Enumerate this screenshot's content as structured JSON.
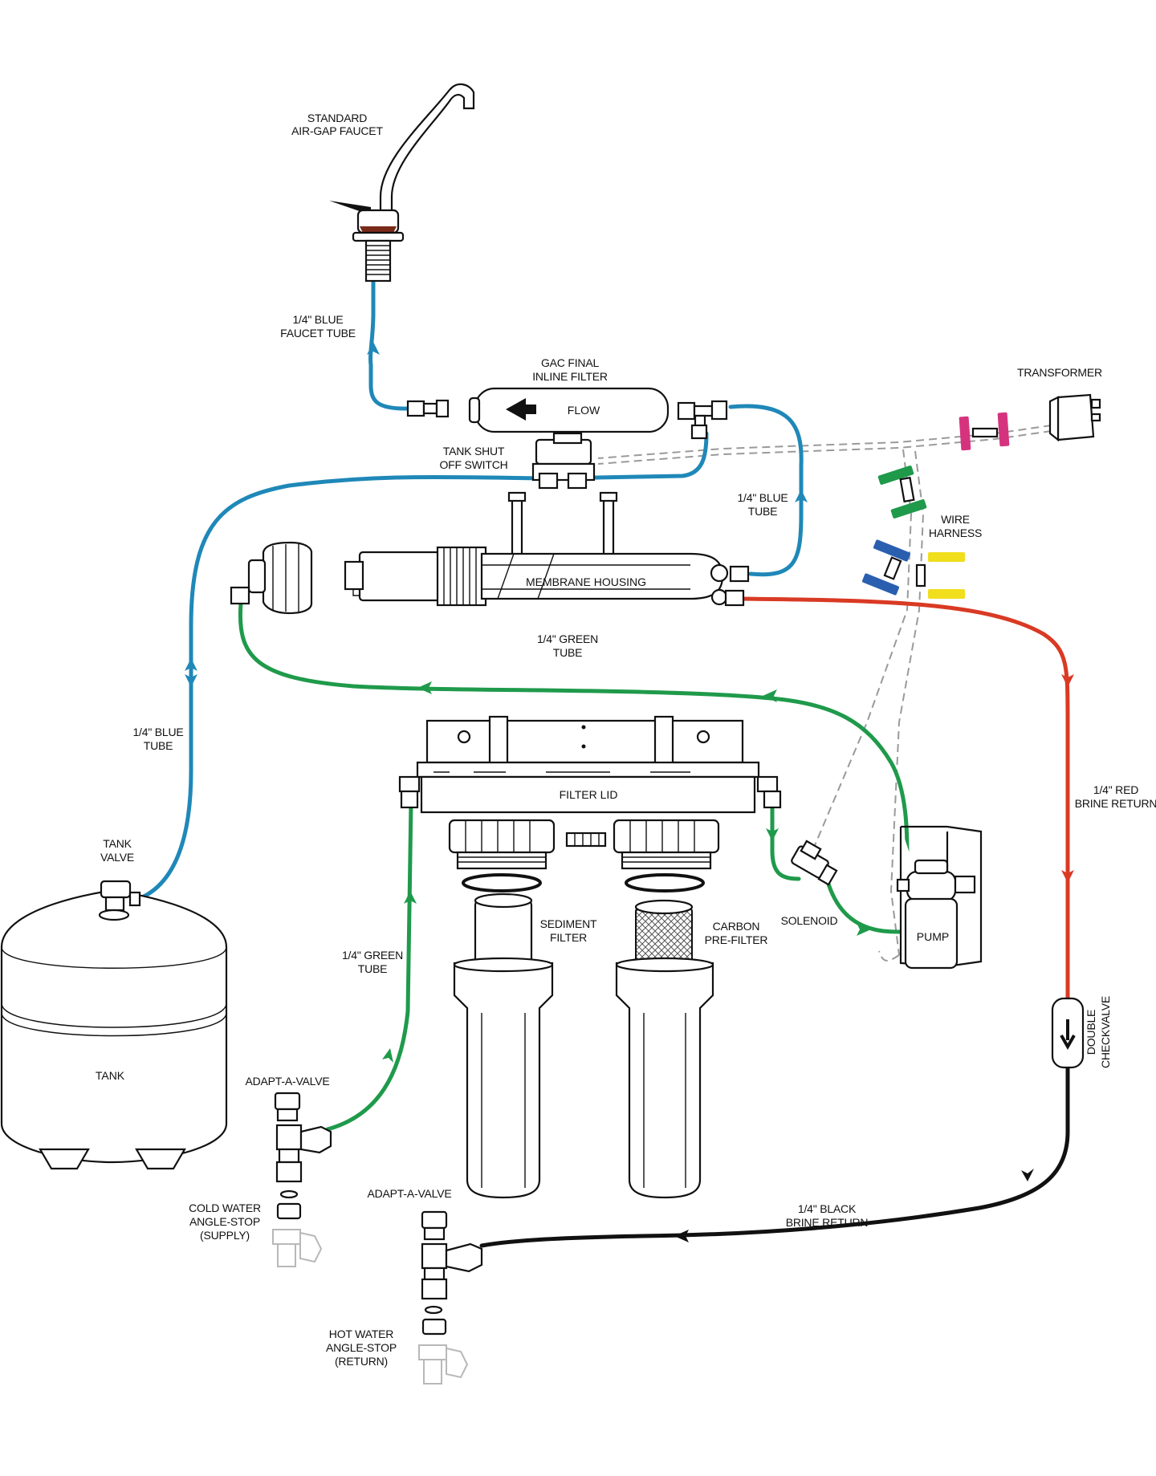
{
  "colors": {
    "blue_tube": "#1f88b8",
    "green_tube": "#1f9a4b",
    "red_tube": "#d93a24",
    "black_tube": "#111111",
    "wire": "#9a9a9a",
    "magenta_connector": "#d6337e",
    "green_connector": "#1f9a4b",
    "blue_connector": "#2a5fb0",
    "yellow_connector": "#f1de1c",
    "outline": "#111111"
  },
  "labels": {
    "faucet": [
      "STANDARD",
      "AIR-GAP FAUCET"
    ],
    "faucet_tube": [
      "1/4\" BLUE",
      "FAUCET TUBE"
    ],
    "gac_filter": [
      "GAC FINAL",
      "INLINE FILTER"
    ],
    "flow": "FLOW",
    "transformer": "TRANSFORMER",
    "tank_shutoff": [
      "TANK SHUT",
      "OFF SWITCH"
    ],
    "blue_tube_right": [
      "1/4\" BLUE",
      "TUBE"
    ],
    "wire_harness": [
      "WIRE",
      "HARNESS"
    ],
    "membrane_housing": "MEMBRANE HOUSING",
    "green_tube_top": [
      "1/4\" GREEN",
      "TUBE"
    ],
    "blue_tube_left": [
      "1/4\" BLUE",
      "TUBE"
    ],
    "filter_lid": "FILTER LID",
    "red_brine": [
      "1/4\" RED",
      "BRINE RETURN"
    ],
    "tank_valve": [
      "TANK",
      "VALVE"
    ],
    "sediment_filter": [
      "SEDIMENT",
      "FILTER"
    ],
    "carbon_prefilter": [
      "CARBON",
      "PRE-FILTER"
    ],
    "solenoid": "SOLENOID",
    "pump": "PUMP",
    "green_tube_left": [
      "1/4\" GREEN",
      "TUBE"
    ],
    "double_checkvalve": [
      "DOUBLE",
      "CHECKVALVE"
    ],
    "tank": "TANK",
    "adapt_valve_1": "ADAPT-A-VALVE",
    "cold_water": [
      "COLD WATER",
      "ANGLE-STOP",
      "(SUPPLY)"
    ],
    "adapt_valve_2": "ADAPT-A-VALVE",
    "black_brine": [
      "1/4\" BLACK",
      "BRINE RETURN"
    ],
    "hot_water": [
      "HOT WATER",
      "ANGLE-STOP",
      "(RETURN)"
    ]
  }
}
